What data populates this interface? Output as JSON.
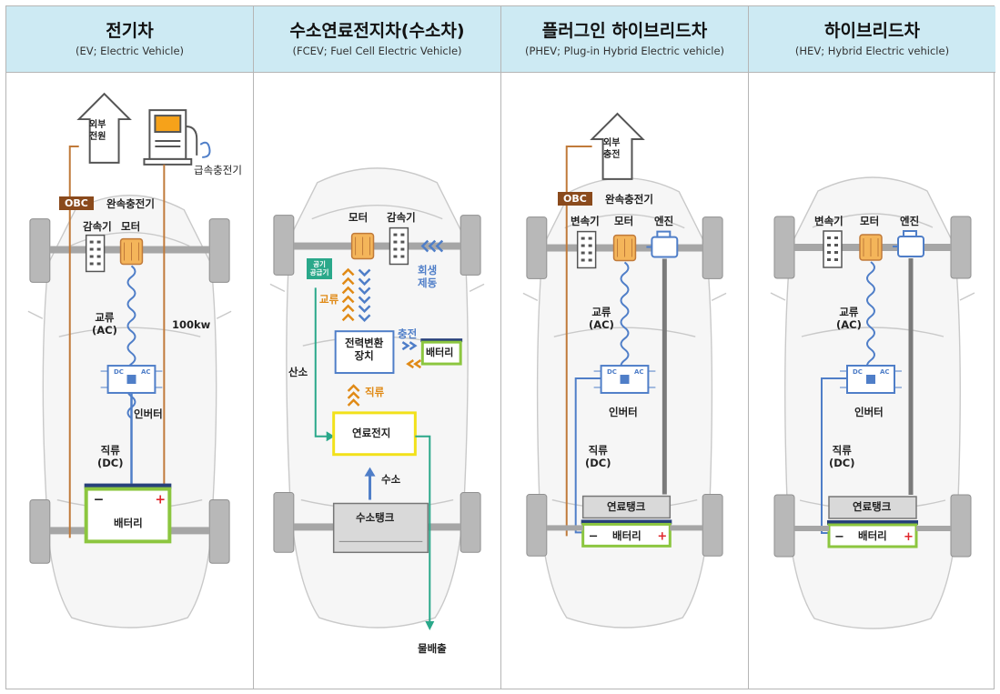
{
  "columns": [
    {
      "title": "전기차",
      "subtitle": "(EV; Electric Vehicle)",
      "labels": {
        "external_power": "외부\n전원",
        "fast_charger": "급속충전기",
        "obc": "OBC",
        "slow_charger": "완속충전기",
        "reducer": "감속기",
        "motor": "모터",
        "ac": "교류\n(AC)",
        "power": "100kw",
        "inverter": "인버터",
        "dc": "직류\n(DC)",
        "battery": "배터리",
        "inv_dc": "DC",
        "inv_ac": "AC"
      }
    },
    {
      "title": "수소연료전지차(수소차)",
      "subtitle": "(FCEV; Fuel Cell Electric Vehicle)",
      "labels": {
        "motor": "모터",
        "reducer": "감속기",
        "air_supply": "공기\n공급기",
        "regen": "회생\n제동",
        "ac": "교류",
        "charge": "충전",
        "converter": "전력변환\n장치",
        "battery": "배터리",
        "oxygen": "산소",
        "dc": "직류",
        "fuel_cell": "연료전지",
        "hydrogen": "수소",
        "tank": "수소탱크",
        "water": "물배출"
      }
    },
    {
      "title": "플러그인 하이브리드차",
      "subtitle": "(PHEV; Plug-in Hybrid Electric vehicle)",
      "labels": {
        "external_charge": "외부\n충전",
        "obc": "OBC",
        "slow_charger": "완속충전기",
        "transmission": "변속기",
        "motor": "모터",
        "engine": "엔진",
        "ac": "교류\n(AC)",
        "inverter": "인버터",
        "dc": "직류\n(DC)",
        "fuel_tank": "연료탱크",
        "battery": "배터리",
        "inv_dc": "DC",
        "inv_ac": "AC"
      }
    },
    {
      "title": "하이브리드차",
      "subtitle": "(HEV; Hybrid Electric vehicle)",
      "labels": {
        "transmission": "변속기",
        "motor": "모터",
        "engine": "엔진",
        "ac": "교류\n(AC)",
        "inverter": "인버터",
        "dc": "직류\n(DC)",
        "fuel_tank": "연료탱크",
        "battery": "배터리",
        "inv_dc": "DC",
        "inv_ac": "AC"
      }
    }
  ],
  "colors": {
    "header_bg": "#cdeaf3",
    "battery_green": "#8cc63f",
    "orange_line": "#c07a3a",
    "blue_line": "#4f7ec8",
    "teal_line": "#2aa88a",
    "obc_brown": "#8a4a1c",
    "fuel_cell_yellow": "#f2e11a"
  },
  "icons": [
    "house-arrow-icon",
    "charging-station-icon",
    "motor-icon",
    "reducer-icon",
    "inverter-icon",
    "battery-icon",
    "engine-icon",
    "fuel-tank-icon",
    "hydrogen-tank-icon"
  ]
}
